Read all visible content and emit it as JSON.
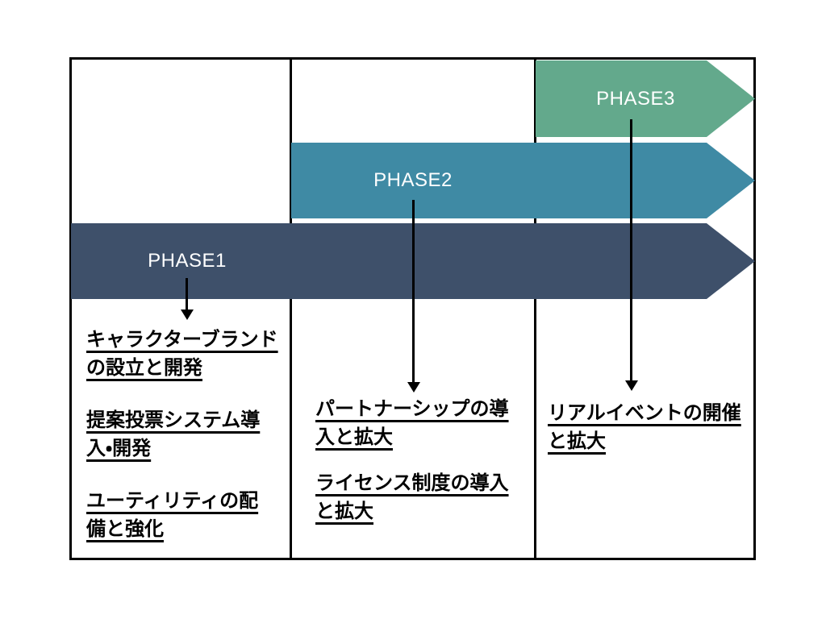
{
  "phases": [
    {
      "label": "PHASE1",
      "color": "#3e506a",
      "items": [
        "キャラクターブランド\nの設立と開発",
        "提案投票システム導\n入・開発",
        "ユーティリティの配\n備と強化"
      ]
    },
    {
      "label": "PHASE2",
      "color": "#3f8aa4",
      "items": [
        "パートナーシップの導\n入と拡大",
        "ライセンス制度の導入\nと拡大"
      ]
    },
    {
      "label": "PHASE3",
      "color": "#63a98c",
      "items": [
        "リアルイベントの開催\nと拡大"
      ]
    }
  ]
}
